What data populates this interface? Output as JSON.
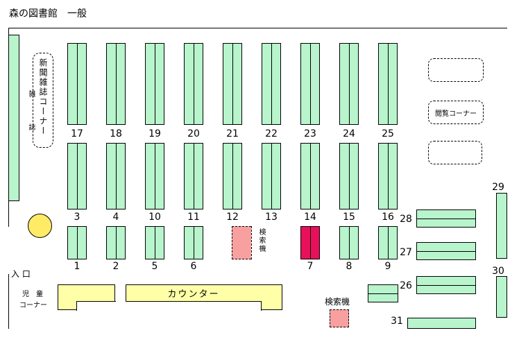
{
  "title": "森の図書館　一般",
  "magazine_label": "雑誌",
  "newspaper_corner": "新聞雑誌コーナー",
  "reading_corner": "閲覧コーナー",
  "entrance": "入 口",
  "kids_corner_line1": "児　童",
  "kids_corner_line2": "コーナー",
  "counter": "カウンター",
  "search_terminal": "検索機",
  "colors": {
    "shelf": "#b8f4cc",
    "highlight": "#e8105a",
    "terminal": "#f8a0a0",
    "counter": "#ffffa8",
    "pillar": "#ffeb66"
  },
  "shelves": {
    "top": [
      "17",
      "18",
      "19",
      "20",
      "21",
      "22",
      "23",
      "24",
      "25"
    ],
    "middle": [
      "3",
      "4",
      "10",
      "11",
      "12",
      "13",
      "14",
      "15",
      "16"
    ],
    "bottom": [
      "1",
      "2",
      "5",
      "6",
      "7",
      "8",
      "9"
    ],
    "right": [
      "28",
      "27",
      "26",
      "31",
      "29",
      "30"
    ]
  },
  "highlighted_shelf": "7"
}
